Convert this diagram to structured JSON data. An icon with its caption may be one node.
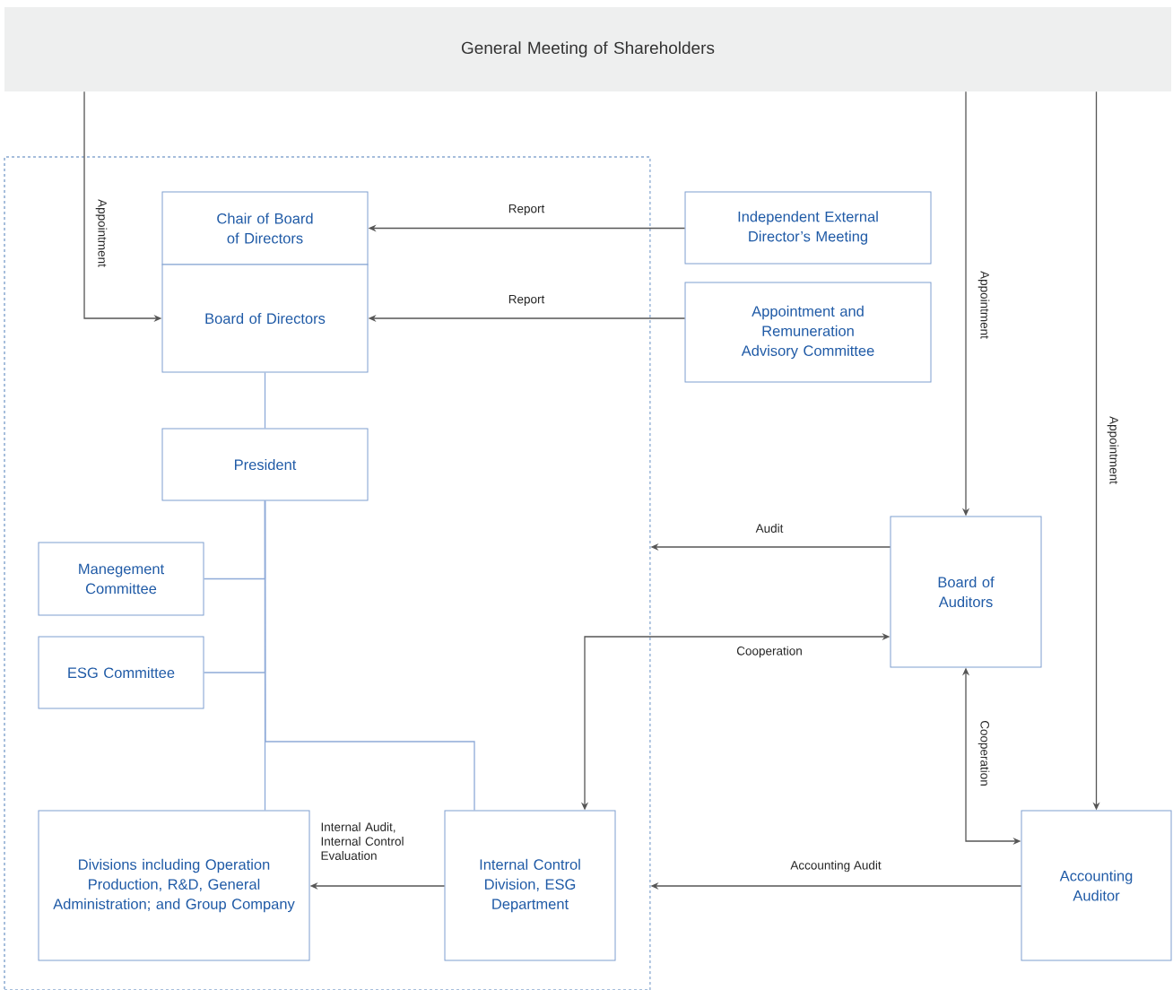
{
  "diagram": {
    "nodes": [
      {
        "text": [
          "General Meeting of Shareholders"
        ]
      },
      {
        "text": [],
        "shape": "box"
      },
      {
        "text": [
          "Chair of Board of Directors"
        ],
        "in": 1
      },
      {
        "text": [
          "Board of Directors"
        ],
        "in": 1
      },
      {
        "text": [
          "Independent External Director’s Meeting"
        ]
      },
      {
        "text": [
          "Appointment and Remuneration Advisory Committee"
        ]
      },
      {
        "text": [
          "President"
        ],
        "in": 1
      },
      {
        "text": [
          "Manegement Committee"
        ],
        "in": 1
      },
      {
        "text": [
          "ESG Committee"
        ],
        "in": 1
      },
      {
        "text": [
          "Board of Auditors"
        ]
      },
      {
        "text": [
          "Divisions including Operation Production, R&D, General Administration; and Group Company"
        ],
        "in": 1
      },
      {
        "text": [
          "Internal Control Division, ESG Department"
        ],
        "in": 1
      },
      {
        "text": [
          "Accounting Auditor"
        ]
      }
    ],
    "edges": [
      {
        "from": 0,
        "to": 3,
        "arrow": "to",
        "label": "Appointment"
      },
      {
        "from": 4,
        "to": 2,
        "arrow": "to",
        "label": "Report"
      },
      {
        "from": 5,
        "to": 3,
        "arrow": "to",
        "label": "Report"
      },
      {
        "from": 3,
        "to": 6,
        "arrow": "none",
        "color": "#8eaad8"
      },
      {
        "from": 6,
        "to": 7,
        "arrow": "none",
        "color": "#8eaad8"
      },
      {
        "from": 6,
        "to": 8,
        "arrow": "none",
        "color": "#8eaad8"
      },
      {
        "from": 6,
        "to": 10,
        "arrow": "none",
        "color": "#8eaad8"
      },
      {
        "from": 6,
        "to": 11,
        "arrow": "none",
        "color": "#8eaad8"
      },
      {
        "from": 0,
        "to": 9,
        "arrow": "to",
        "label": "Appointment"
      },
      {
        "from": 0,
        "to": 12,
        "arrow": "to",
        "label": "Appointment"
      },
      {
        "from": 9,
        "to": 1,
        "arrow": "to",
        "label": "Audit"
      },
      {
        "from": 11,
        "to": 9,
        "arrow": "both",
        "label": "Cooperation"
      },
      {
        "from": 9,
        "to": 12,
        "arrow": "both",
        "label": "Cooperation"
      },
      {
        "from": 11,
        "to": 10,
        "arrow": "to",
        "label": "Internal Audit, Internal Control Evaluation"
      },
      {
        "from": 12,
        "to": 1,
        "arrow": "to",
        "label": "Accounting Audit"
      }
    ]
  }
}
